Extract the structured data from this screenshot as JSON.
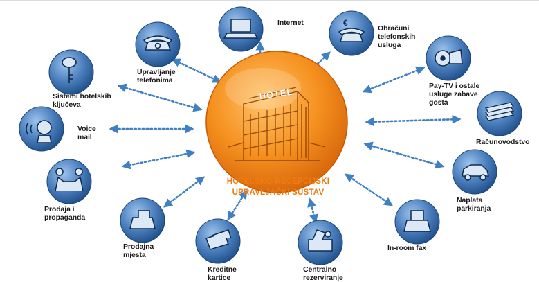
{
  "hub": {
    "title": "HOTELSKO-RECEPCIJSKI\nUPRAVLJAČKI SUSTAV",
    "sign": "HOTEL",
    "icon": "hotel-building-icon"
  },
  "colors": {
    "hub_fill": "#f5901e",
    "hub_dark": "#d4620a",
    "hub_label": "#f07a10",
    "node_fill": "#4b7fbd",
    "node_dark": "#1f4f8a",
    "arrow": "#3f7fc4"
  },
  "nodes": [
    {
      "id": "keys",
      "label": "Sistemi hotelskih\nključeva",
      "icon": "key-icon"
    },
    {
      "id": "phones",
      "label": "Upravljanje\ntelefonima",
      "icon": "telephone-icon"
    },
    {
      "id": "internet",
      "label": "Internet",
      "icon": "laptop-icon"
    },
    {
      "id": "billing",
      "label": "Obračuni\ntelefonskih\nusluga",
      "icon": "phone-euro-icon"
    },
    {
      "id": "paytv",
      "label": "Pay-TV i ostale\nusluge zabave\ngosta",
      "icon": "film-reel-icon"
    },
    {
      "id": "accounting",
      "label": "Računovodstvo",
      "icon": "money-stack-icon"
    },
    {
      "id": "parking",
      "label": "Naplata\nparkiranja",
      "icon": "car-icon"
    },
    {
      "id": "fax",
      "label": "In-room fax",
      "icon": "fax-machine-icon"
    },
    {
      "id": "booking",
      "label": "Centralno\nrezerviranje",
      "icon": "reservation-desk-icon"
    },
    {
      "id": "cards",
      "label": "Kreditne\nkartice",
      "icon": "credit-card-icon"
    },
    {
      "id": "pos",
      "label": "Prodajna\nmjesta",
      "icon": "cash-register-icon"
    },
    {
      "id": "sales",
      "label": "Prodaja i\npropaganda",
      "icon": "handshake-icon"
    },
    {
      "id": "voicemail",
      "label": "Voice\nmail",
      "icon": "voicemail-icon"
    }
  ]
}
